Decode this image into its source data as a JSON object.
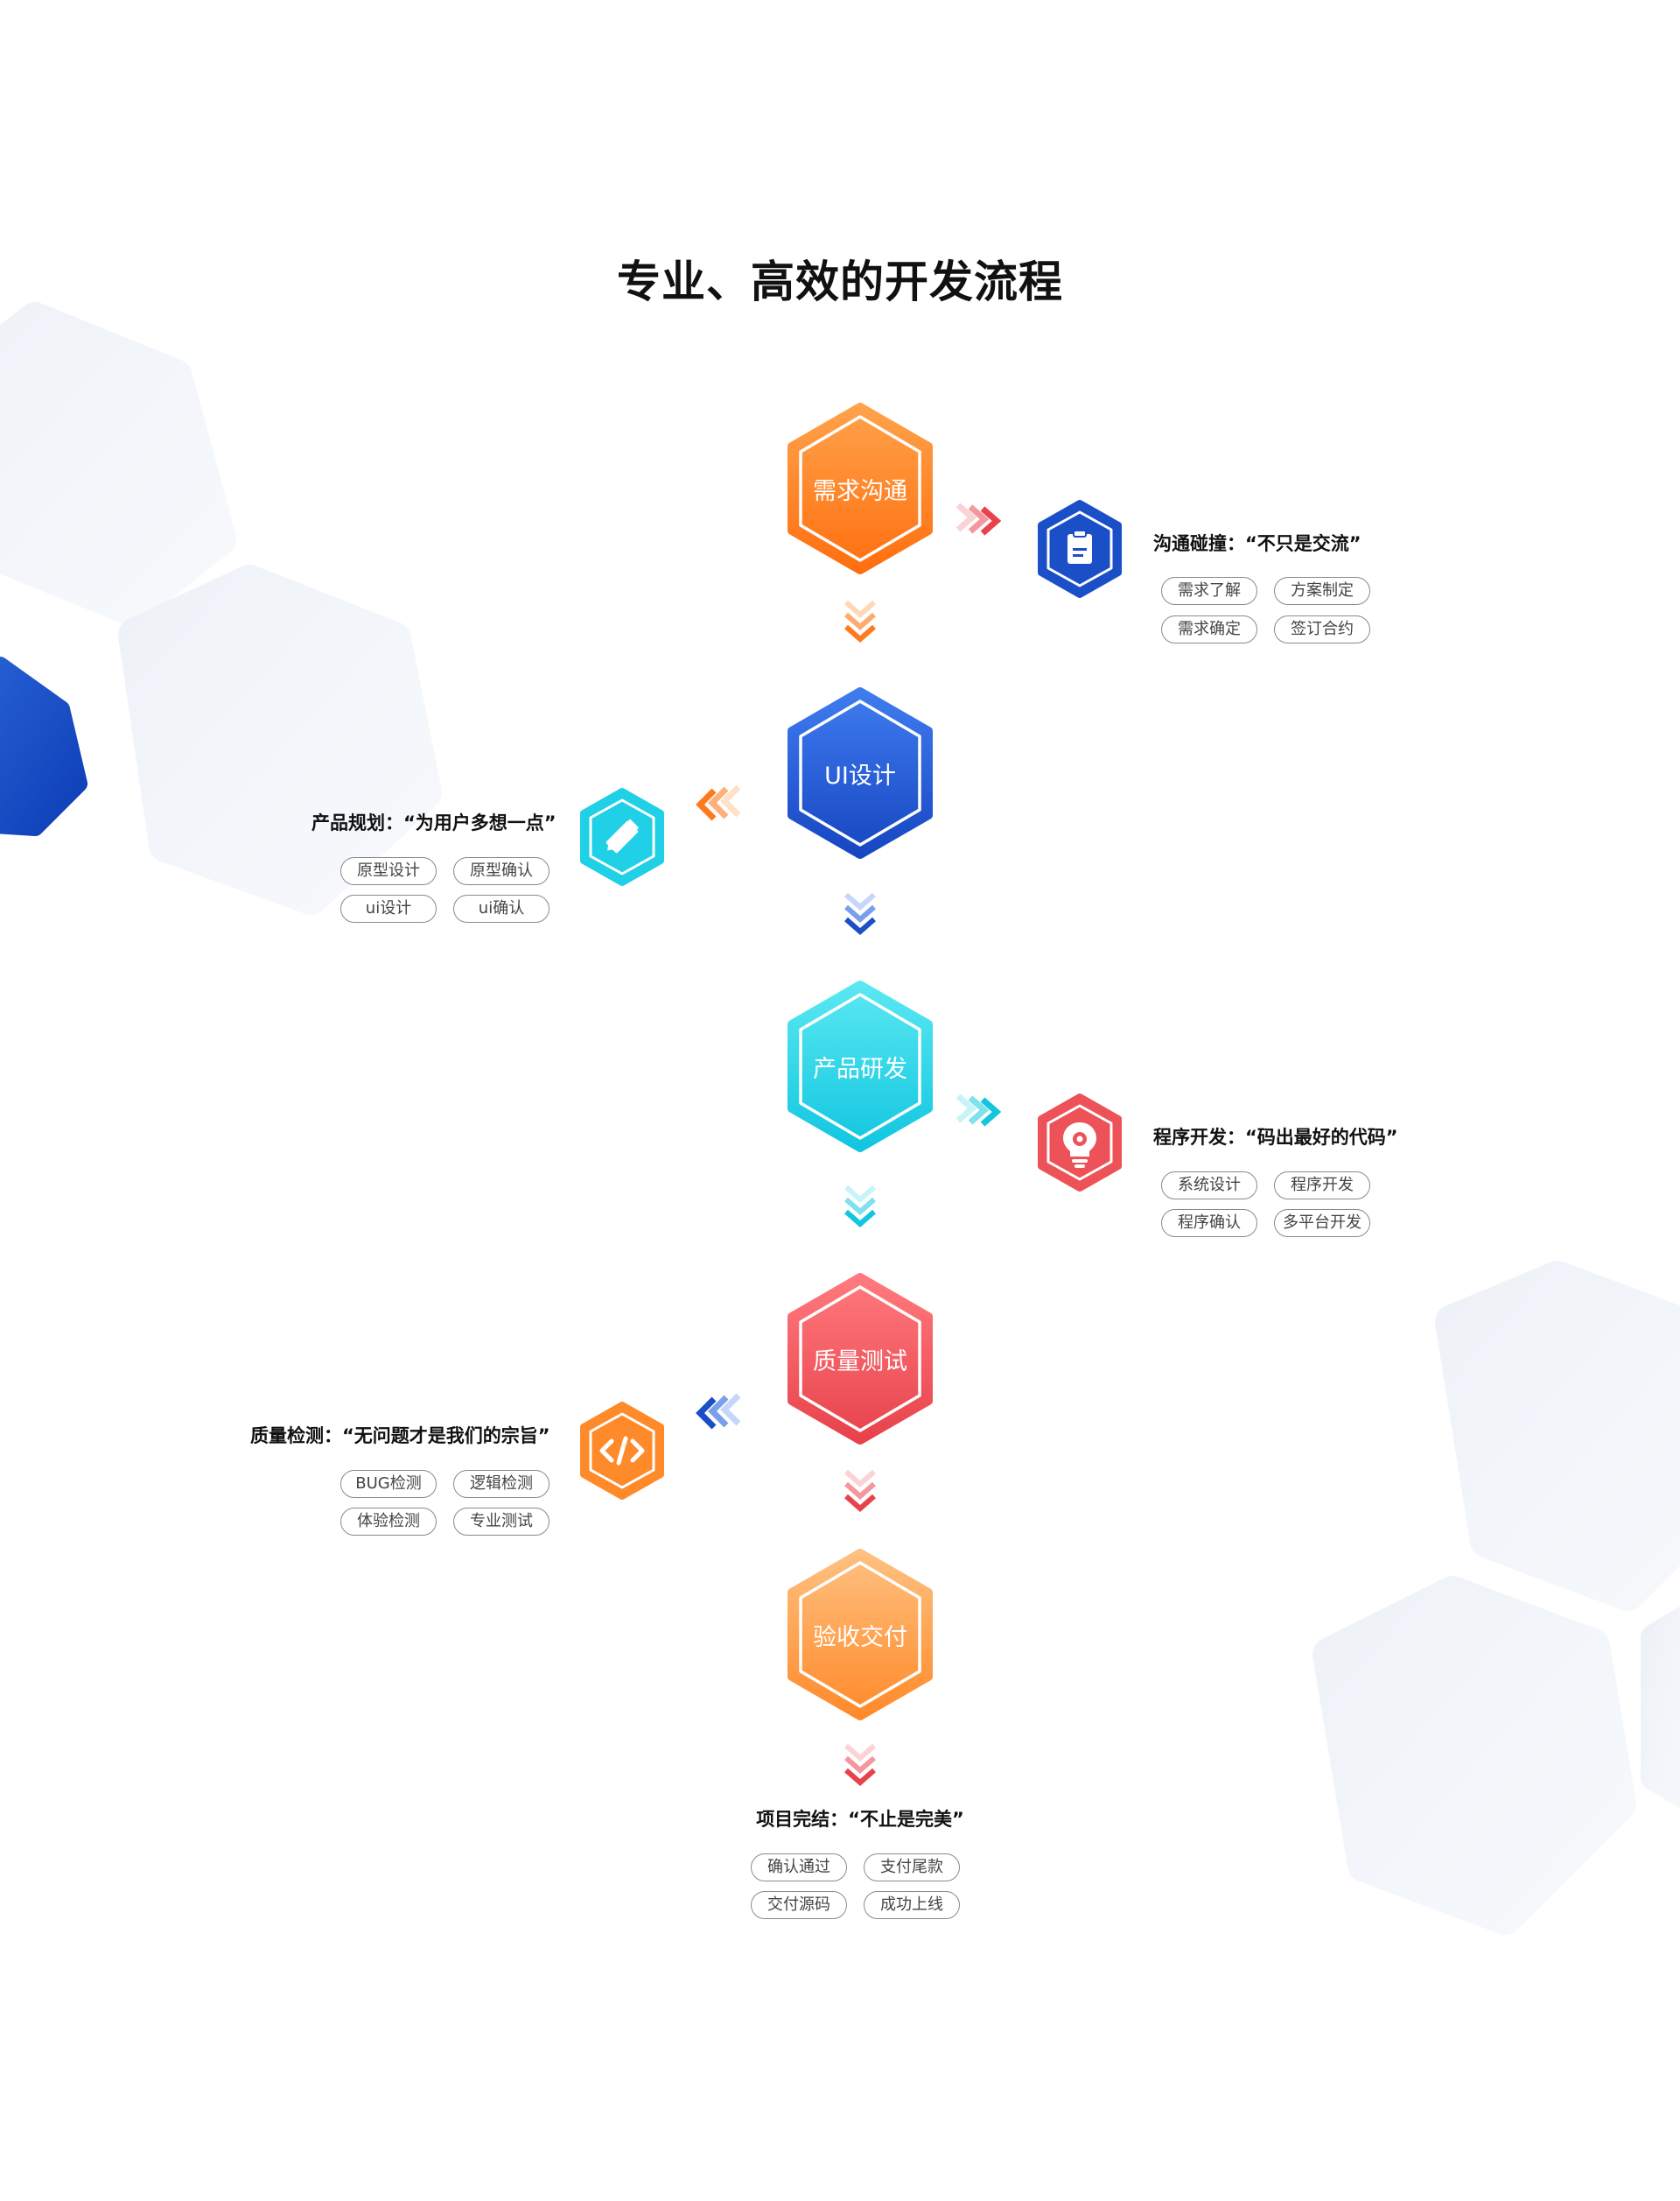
{
  "title": "专业、高效的开发流程",
  "colors": {
    "orange": [
      "#ffa24a",
      "#ff6f10"
    ],
    "blue": [
      "#3f7cf0",
      "#1746c2"
    ],
    "cyan": [
      "#5ae8f2",
      "#12c6e0"
    ],
    "red": [
      "#ff7a7e",
      "#e8424b"
    ],
    "amber": [
      "#ffc080",
      "#ff8a2a"
    ]
  },
  "steps": [
    {
      "name": "需求沟通",
      "detail_icon": "clipboard-icon",
      "heading": "沟通碰撞：“不只是交流”",
      "tags": [
        "需求了解",
        "方案制定",
        "需求确定",
        "签订合约"
      ]
    },
    {
      "name": "UI设计",
      "detail_icon": "ruler-pencil-icon",
      "heading": "产品规划：“为用户多想一点”",
      "tags": [
        "原型设计",
        "原型确认",
        "ui设计",
        "ui确认"
      ]
    },
    {
      "name": "产品研发",
      "detail_icon": "lightbulb-gear-icon",
      "heading": "程序开发：“码出最好的代码”",
      "tags": [
        "系统设计",
        "程序开发",
        "程序确认",
        "多平台开发"
      ]
    },
    {
      "name": "质量测试",
      "detail_icon": "code-icon",
      "heading": "质量检测：“无问题才是我们的宗旨”",
      "tags": [
        "BUG检测",
        "逻辑检测",
        "体验检测",
        "专业测试"
      ]
    },
    {
      "name": "验收交付",
      "heading": "项目完结：“不止是完美”",
      "tags": [
        "确认通过",
        "支付尾款",
        "交付源码",
        "成功上线"
      ]
    }
  ]
}
